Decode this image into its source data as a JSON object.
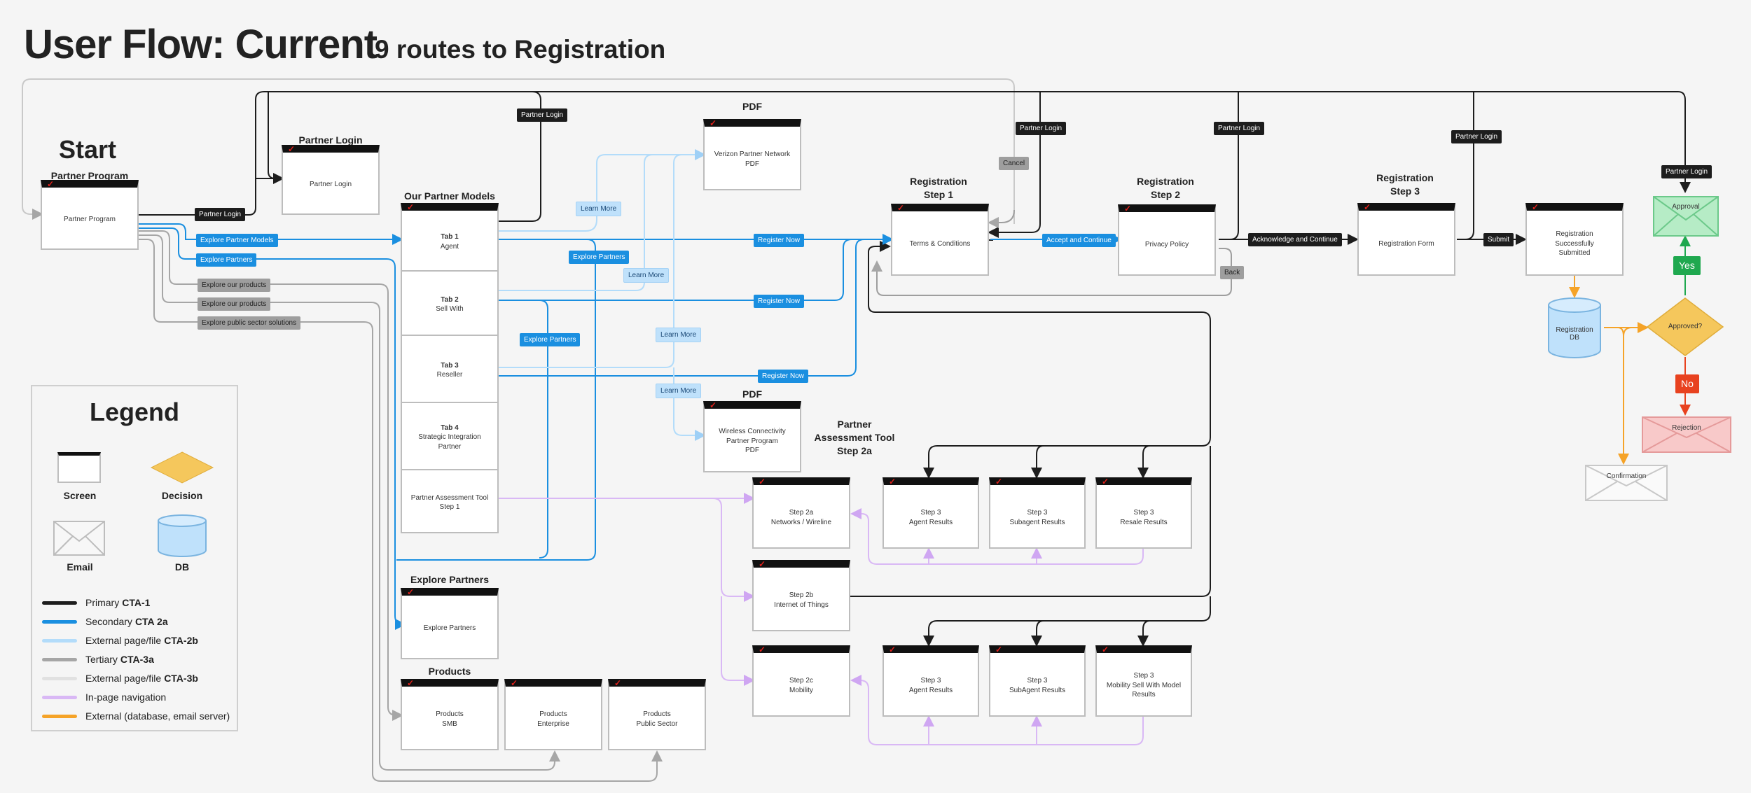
{
  "header": {
    "title": "User Flow: Current",
    "subtitle": "9 routes to Registration"
  },
  "headings": {
    "start": "Start",
    "partner_program": "Partner Program",
    "partner_login": "Partner Login",
    "our_partner_models": "Our Partner Models",
    "pdf_top": "PDF",
    "pdf_bottom": "PDF",
    "reg1": "Registration\nStep 1",
    "reg2": "Registration\nStep 2",
    "reg3": "Registration\nStep 3",
    "assessment": "Partner\nAssessment Tool\nStep 2a",
    "explore_partners": "Explore Partners",
    "products": "Products"
  },
  "screens": {
    "partner_program": "Partner Program",
    "partner_login": "Partner Login",
    "tab1_title": "Tab 1",
    "tab1_sub": "Agent",
    "tab2_title": "Tab 2",
    "tab2_sub": "Sell With",
    "tab3_title": "Tab 3",
    "tab3_sub": "Reseller",
    "tab4_title": "Tab 4",
    "tab4_sub": "Strategic Integration\nPartner",
    "tab5": "Partner Assessment Tool\nStep 1",
    "pdf_top": "Verizon Partner Network\nPDF",
    "pdf_bottom": "Wireless Connectivity\nPartner Program\nPDF",
    "terms": "Terms & Conditions",
    "privacy": "Privacy Policy",
    "reg_form": "Registration Form",
    "reg_success": "Registration\nSuccessfully\nSubmitted",
    "step2a": "Step 2a\nNetworks / Wireline",
    "step2b": "Step 2b\nInternet of Things",
    "step2c": "Step 2c\nMobility",
    "r1_agent": "Step 3\nAgent Results",
    "r1_subagent": "Step 3\nSubagent Results",
    "r1_resale": "Step 3\nResale Results",
    "r2_agent": "Step 3\nAgent Results",
    "r2_subagent": "Step 3\nSubAgent Results",
    "r2_mobility": "Step 3\nMobility Sell With Model\nResults",
    "explore_partners": "Explore Partners",
    "prod_smb": "Products\nSMB",
    "prod_ent": "Products\nEnterprise",
    "prod_pub": "Products\nPublic Sector"
  },
  "labels": {
    "pl_start": "Partner Login",
    "pl_top": "Partner Login",
    "pl_reg1": "Partner Login",
    "pl_reg2": "Partner Login",
    "pl_reg3": "Partner Login",
    "pl_approval": "Partner Login",
    "cancel": "Cancel",
    "back": "Back",
    "explore_partner_models": "Explore Partner Models",
    "explore_partners": "Explore Partners",
    "explore_products1": "Explore our products",
    "explore_products2": "Explore our products",
    "explore_public": "Explore public sector solutions",
    "learn_more1": "Learn More",
    "learn_more2": "Learn More",
    "learn_more3": "Learn More",
    "learn_more4": "Learn More",
    "explore_partners_b1": "Explore Partners",
    "explore_partners_b2": "Explore Partners",
    "register1": "Register Now",
    "register2": "Register Now",
    "register3": "Register Now",
    "accept": "Accept and Continue",
    "acknowledge": "Acknowledge and Continue",
    "submit": "Submit",
    "yes": "Yes",
    "no": "No",
    "approved": "Approved?",
    "db": "Registration\nDB",
    "approval": "Approval",
    "rejection": "Rejection",
    "confirmation": "Confirmation"
  },
  "legend": {
    "title": "Legend",
    "screen": "Screen",
    "decision": "Decision",
    "email": "Email",
    "db": "DB",
    "items": [
      {
        "text": "Primary",
        "bold": "CTA-1",
        "color": "#1d1d1d"
      },
      {
        "text": "Secondary",
        "bold": "CTA 2a",
        "color": "#1a8fe0"
      },
      {
        "text": "External page/file",
        "bold": "CTA-2b",
        "color": "#b3dcfa"
      },
      {
        "text": "Tertiary",
        "bold": "CTA-3a",
        "color": "#a6a6a6"
      },
      {
        "text": "External page/file",
        "bold": "CTA-3b",
        "color": "#e1e1e1"
      },
      {
        "text": "In-page navigation",
        "bold": "",
        "color": "#d9b8f5"
      },
      {
        "text": "External  (database, email server)",
        "bold": "",
        "color": "#f5a328"
      }
    ]
  },
  "colors": {
    "primary": "#1d1d1d",
    "secondary": "#1a8fe0",
    "external": "#b3dcfa",
    "tertiary": "#a6a6a6",
    "external_light": "#e1e1e1",
    "inpage": "#d9b8f5",
    "orange": "#f5a328",
    "approval_fill": "#b6ecc6",
    "rejection_fill": "#f8c9c9",
    "decision_fill": "#f5c75c",
    "db_fill": "#bfe1fb"
  }
}
